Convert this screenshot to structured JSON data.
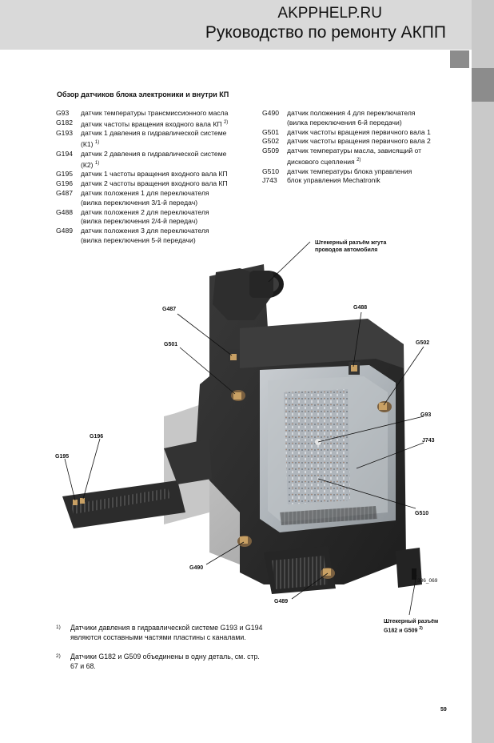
{
  "header": {
    "site": "AKPPHELP.RU",
    "subtitle": "Руководство по ремонту АКПП"
  },
  "section_title": "Обзор датчиков блока электроники и внутри КП",
  "legend_left": [
    {
      "code": "G93",
      "desc": "датчик температуры трансмиссионного масла",
      "sup": ""
    },
    {
      "code": "G182",
      "desc": "датчик частоты вращения входного вала КП",
      "sup": "2)"
    },
    {
      "code": "G193",
      "desc": "датчик 1 давления в гидравлической системе",
      "desc2": "(К1)",
      "sup": "1)"
    },
    {
      "code": "G194",
      "desc": "датчик 2 давления в гидравлической системе",
      "desc2": "(К2)",
      "sup": "1)"
    },
    {
      "code": "G195",
      "desc": "датчик 1 частоты вращения входного вала КП",
      "sup": ""
    },
    {
      "code": "G196",
      "desc": "датчик 2 частоты вращения входного вала КП",
      "sup": ""
    },
    {
      "code": "G487",
      "desc": "датчик положения 1 для переключателя",
      "desc2": "(вилка переключения 3/1-й передач)",
      "sup": ""
    },
    {
      "code": "G488",
      "desc": "датчик положения 2 для переключателя",
      "desc2": "(вилка переключения 2/4-й передач)",
      "sup": ""
    },
    {
      "code": "G489",
      "desc": "датчик положения 3 для переключателя",
      "desc2": "(вилка переключения 5-й передачи)",
      "sup": ""
    }
  ],
  "legend_right": [
    {
      "code": "G490",
      "desc": "датчик положения 4 для переключателя",
      "desc2": "(вилка переключения 6-й передачи)",
      "sup": ""
    },
    {
      "code": "G501",
      "desc": "датчик частоты вращения первичного вала 1",
      "sup": ""
    },
    {
      "code": "G502",
      "desc": "датчик частоты вращения первичного вала 2",
      "sup": ""
    },
    {
      "code": "G509",
      "desc": "датчик температуры масла, зависящий от",
      "desc2": "дискового сцепления",
      "sup": "2)"
    },
    {
      "code": "G510",
      "desc": "датчик температуры блока управления",
      "sup": ""
    },
    {
      "code": "J743",
      "desc": "блок управления Mechatronik",
      "sup": ""
    }
  ],
  "callouts": {
    "harness_connector_line1": "Штекерный разъём жгута",
    "harness_connector_line2": "проводов автомобиля",
    "g487": "G487",
    "g488": "G488",
    "g501": "G501",
    "g502": "G502",
    "g93": "G93",
    "j743": "J743",
    "g196": "G196",
    "g195": "G195",
    "g510": "G510",
    "g490": "G490",
    "g489": "G489",
    "figure_id": "386_069",
    "plug_line1": "Штекерный разъём",
    "plug_line2": "G182 и G509",
    "plug_sup": "2)"
  },
  "footnotes": [
    {
      "mark": "1)",
      "text": "Датчики давления в гидравлической системе G193 и G194 являются составными частями пластины с каналами."
    },
    {
      "mark": "2)",
      "text": "Датчики  G182 и G509 объединены в одну деталь, см. стр. 67 и 68."
    }
  ],
  "page_number": "59",
  "colors": {
    "header_bg": "#d9d9d9",
    "side_bar": "#c9c9c9",
    "side_tab": "#8c8c8c",
    "housing_dark": "#2b2b2b",
    "sensor_orange": "#c8a064"
  }
}
